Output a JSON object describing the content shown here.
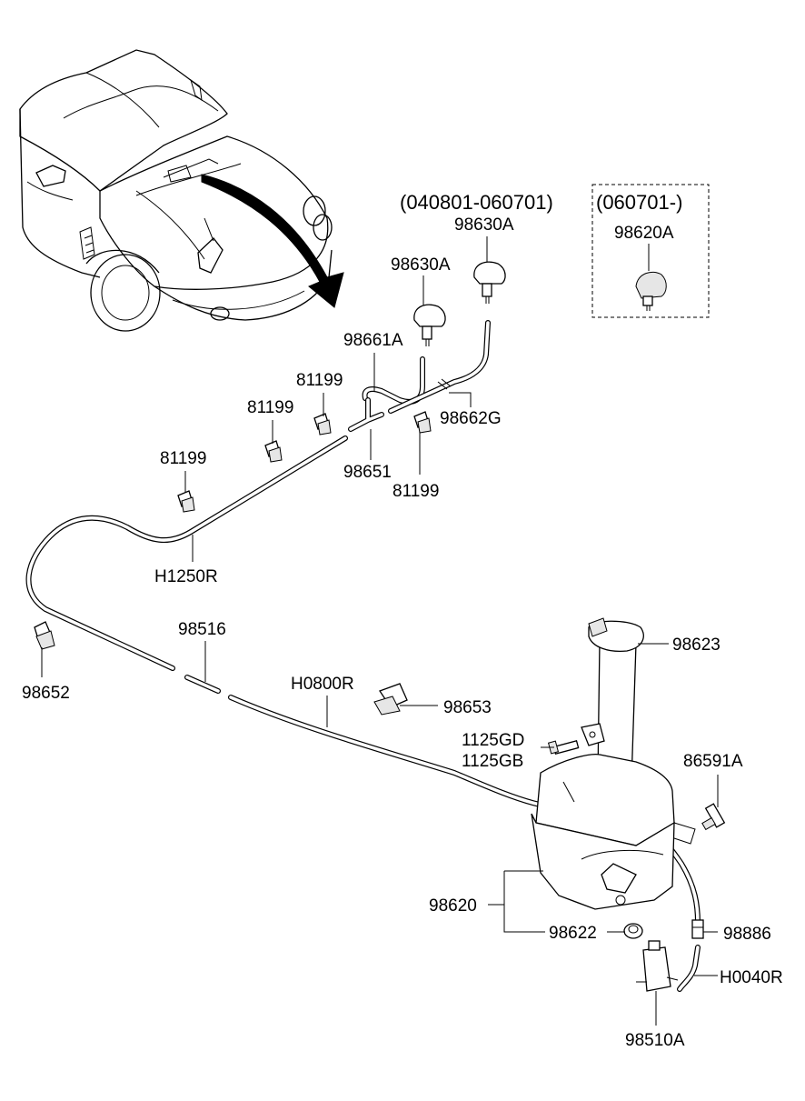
{
  "labels": {
    "p98630A_top": "98630A",
    "p98630A_mid": "98630A",
    "p98620A": "98620A",
    "p98661A": "98661A",
    "p81199_a": "81199",
    "p81199_b": "81199",
    "p81199_c": "81199",
    "p81199_d": "81199",
    "p98662G": "98662G",
    "p98651": "98651",
    "pH1250R": "H1250R",
    "p98652": "98652",
    "p98516": "98516",
    "pH0800R": "H0800R",
    "p98653": "98653",
    "p98623": "98623",
    "p1125GD": "1125GD",
    "p1125GB": "1125GB",
    "p86591A": "86591A",
    "p98620": "98620",
    "p98622": "98622",
    "p98886": "98886",
    "pH0040R": "H0040R",
    "p98510A": "98510A"
  },
  "ranges": {
    "range_a": "(040801-060701)",
    "range_b": "(060701-)"
  }
}
